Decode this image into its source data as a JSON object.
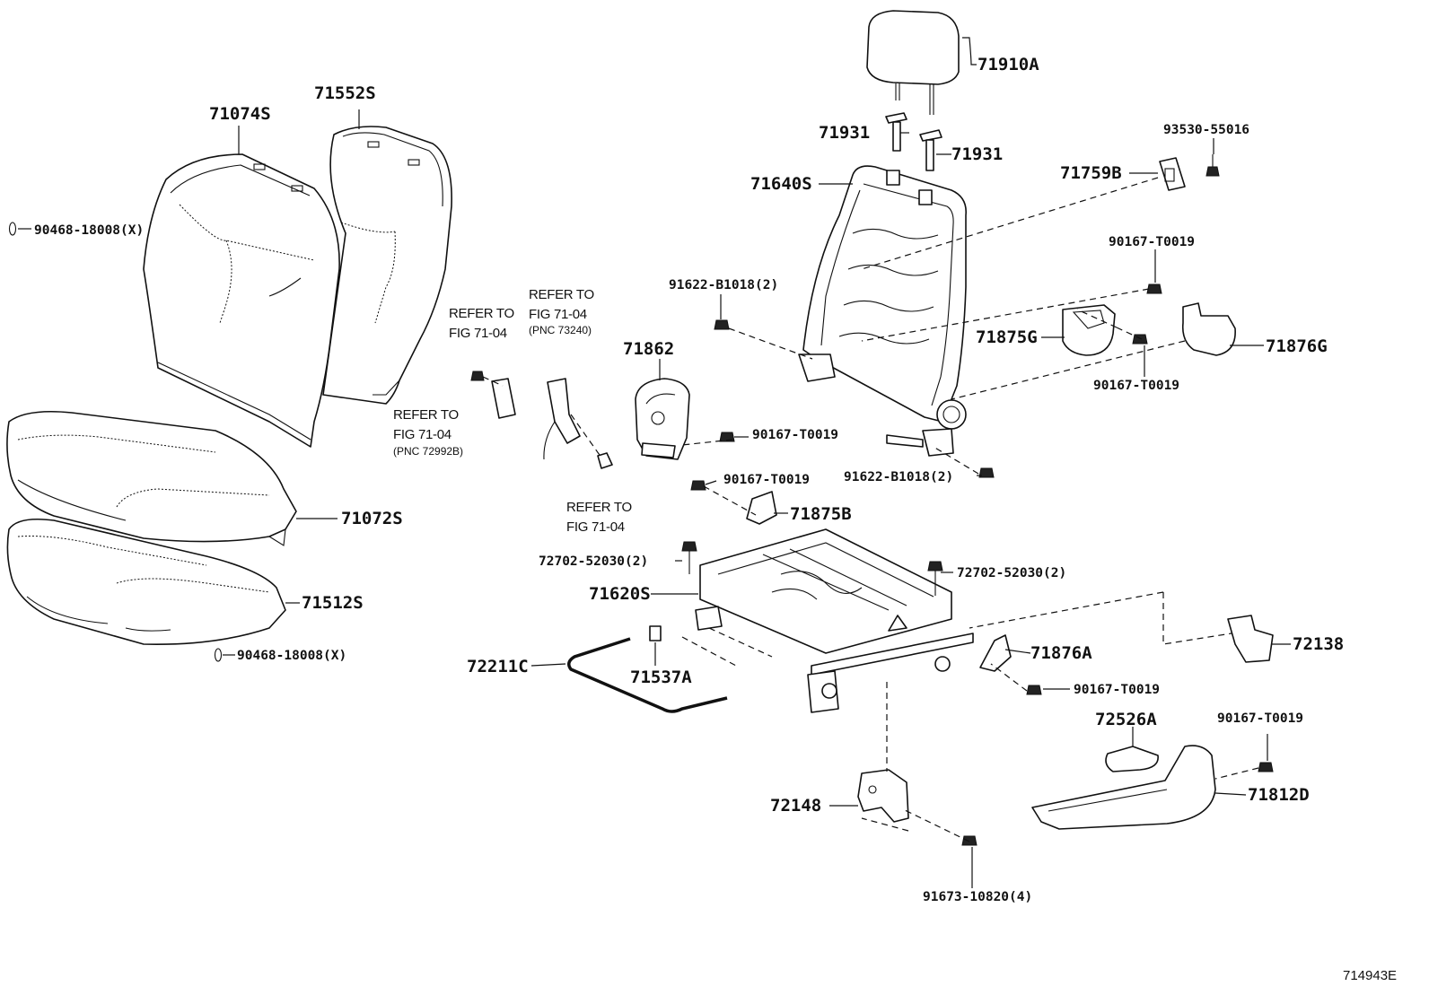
{
  "labels": {
    "headrest": "71910A",
    "headrest_support_left": "71931",
    "headrest_support_right": "71931",
    "back_frame": "71640S",
    "back_pad": "71552S",
    "back_cover": "71074S",
    "cushion_cover": "71072S",
    "cushion_pad": "71512S",
    "cover_clip_top": "90468-18008(X)",
    "cover_clip_bottom": "90468-18008(X)",
    "lumbar_knob": "71759B",
    "lumbar_screw": "93530-55016",
    "screw_top_right": "90167-T0019",
    "bolt_back_left": "91622-B1018(2)",
    "bolt_back_right": "91622-B1018(2)",
    "shield_inner_back": "71875G",
    "shield_outer_back": "71876G",
    "screw_mid_right": "90167-T0019",
    "cover_71862": "71862",
    "screw_71862": "90167-T0019",
    "screw_71875b": "90167-T0019",
    "shield_inner_lower": "71875B",
    "adjuster_bolt_left": "72702-52030(2)",
    "adjuster_bolt_right": "72702-52030(2)",
    "adjuster": "71620S",
    "shield_outer_lower": "71876A",
    "screw_71876a": "90167-T0019",
    "release_rod": "72211C",
    "clip_71537a": "71537A",
    "cover_72138": "72138",
    "knob_72526a": "72526A",
    "screw_shield": "90167-T0019",
    "shield_71812d": "71812D",
    "bracket_72148": "72148",
    "bracket_bolts": "91673-10820(4)"
  },
  "refer_notes": {
    "note1": {
      "line1": "REFER TO",
      "line2": "FIG 71-04"
    },
    "note2": {
      "line1": "REFER TO",
      "line2": "FIG 71-04",
      "line3": "(PNC 73240)"
    },
    "note3": {
      "line1": "REFER TO",
      "line2": "FIG 71-04",
      "line3": "(PNC 72992B)"
    },
    "note4": {
      "line1": "REFER TO",
      "line2": "FIG 71-04"
    }
  },
  "figure_code": "714943E"
}
